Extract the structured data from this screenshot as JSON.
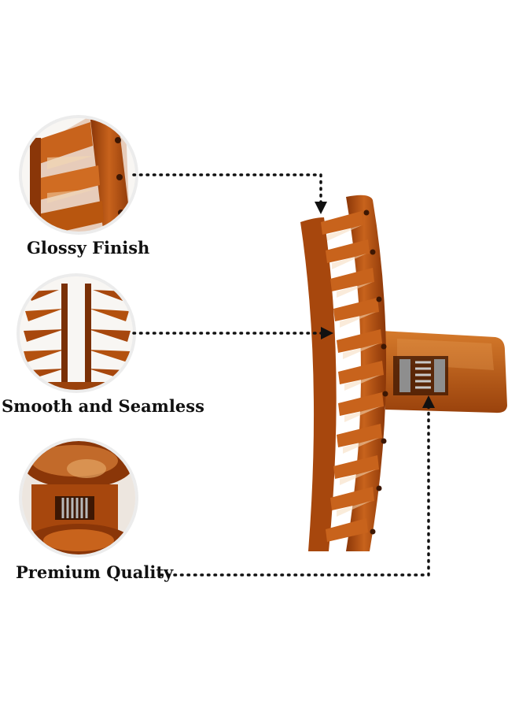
{
  "features": [
    {
      "label": "Glossy Finish"
    },
    {
      "label": "Smooth and Seamless"
    },
    {
      "label": "Premium Quality"
    }
  ],
  "colors": {
    "amber_light": "#c8631c",
    "amber_mid": "#a7470d",
    "amber_dark": "#6b2a06",
    "connector": "#111111",
    "circle_ring": "#e4e4e4"
  }
}
